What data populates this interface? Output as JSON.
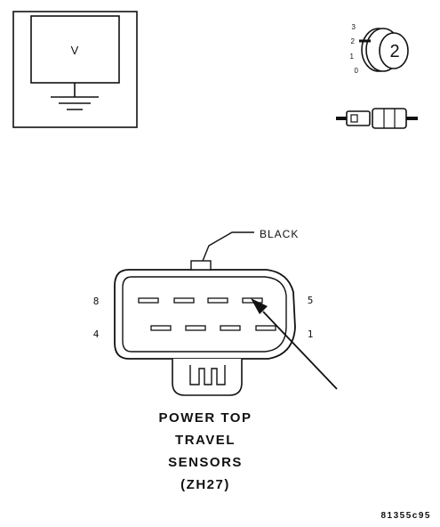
{
  "meter": {
    "reading_label": "V"
  },
  "ignition_switch": {
    "positions": [
      "3",
      "2",
      "1",
      "0"
    ],
    "selected": "2"
  },
  "connector": {
    "color_label": "BLACK",
    "cavity_labels": {
      "top_left": "8",
      "top_right": "5",
      "bottom_left": "4",
      "bottom_right": "1"
    },
    "title_lines": [
      "POWER TOP",
      "TRAVEL",
      "SENSORS",
      "(ZH27)"
    ]
  },
  "figure_id": "81355c95"
}
